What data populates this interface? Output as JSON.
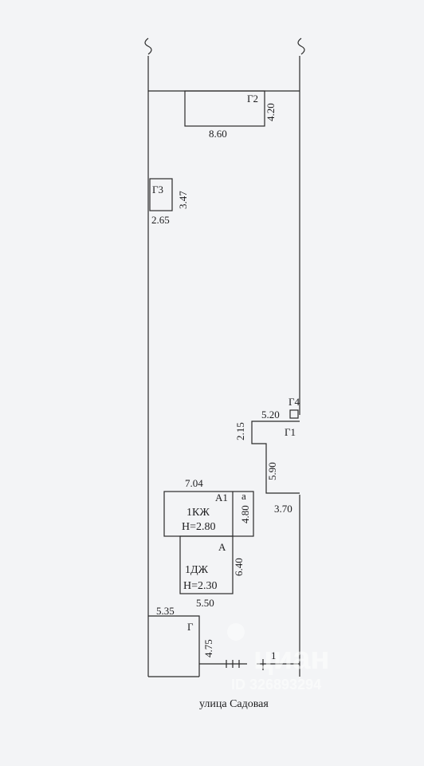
{
  "plan": {
    "garage_g2": {
      "label": "Г2",
      "width": "8.60",
      "depth": "4.20"
    },
    "shed_g3": {
      "label": "Г3",
      "width": "2.65",
      "depth": "3.47"
    },
    "shed_g4": {
      "label": "Г4"
    },
    "building_g1": {
      "label": "Г1",
      "top_width": "5.20",
      "side_top": "2.15",
      "side_mid": "5.90",
      "bottom_width": "3.70"
    },
    "house_a1": {
      "label": "А1",
      "width": "7.04",
      "depth": "4.80",
      "type": "1КЖ",
      "height": "Н=2.80"
    },
    "veranda_a": {
      "label": "а"
    },
    "house_a": {
      "label": "А",
      "width": "5.50",
      "depth": "6.40",
      "type": "1ДЖ",
      "height": "Н=2.30"
    },
    "gate_g": {
      "label": "Г",
      "width": "5.35",
      "depth": "4.75"
    },
    "marker_1": "1",
    "street": "улица Садовая"
  },
  "watermark": {
    "brand": "циан",
    "id": "ID 326893294"
  },
  "colors": {
    "paper": "#f3f4f6",
    "ink": "#2a2a2a"
  }
}
